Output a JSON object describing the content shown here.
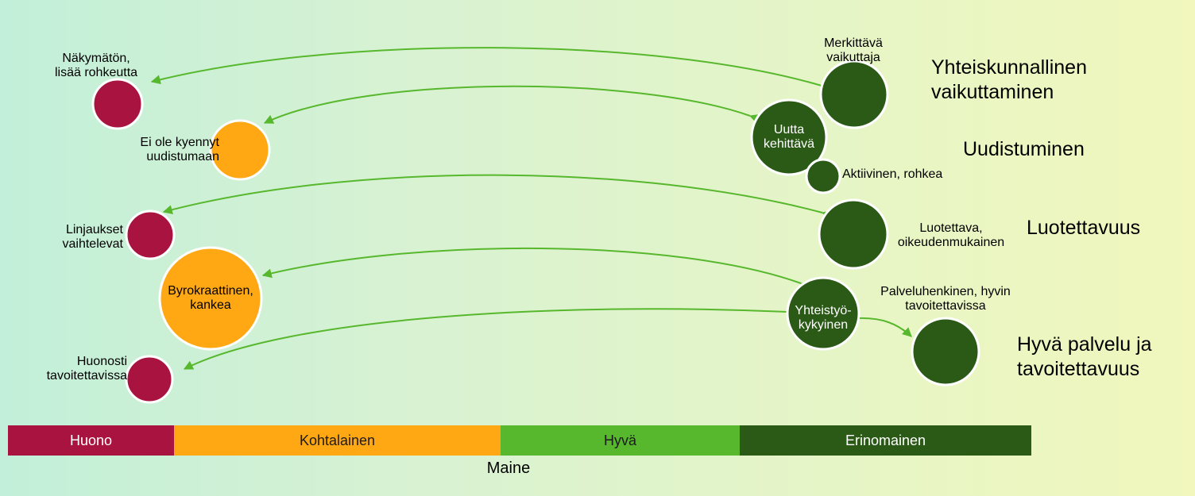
{
  "colors": {
    "huono": "#a8133f",
    "kohtalainen": "#ffa814",
    "hyva": "#57b72d",
    "erinomainen": "#2b5a17",
    "arrow": "#57b72d"
  },
  "categories": [
    {
      "id": "yhteiskunnallinen",
      "text": "Yhteiskunnallinen\nvaikuttaminen"
    },
    {
      "id": "uudistuminen",
      "text": "Uudistuminen"
    },
    {
      "id": "luotettavuus",
      "text": "Luotettavuus"
    },
    {
      "id": "palvelu",
      "text": "Hyvä palvelu ja\ntavoitettavuus"
    }
  ],
  "nodes": [
    {
      "id": "nakymaton",
      "label": "Näkymätön,\nlisää rohkeutta",
      "color": "huono"
    },
    {
      "id": "ei-uudistu",
      "label": "Ei ole kyennyt\nuudistumaan",
      "color": "kohtalainen"
    },
    {
      "id": "linjaukset",
      "label": "Linjaukset\nvaihtelevat",
      "color": "huono"
    },
    {
      "id": "byrokraattinen",
      "label": "Byrokraattinen,\nkankea",
      "color": "kohtalainen"
    },
    {
      "id": "huonosti",
      "label": "Huonosti\ntavoitettavissa",
      "color": "huono"
    },
    {
      "id": "merkittava",
      "label": "Merkittävä\nvaikuttaja",
      "color": "erinomainen"
    },
    {
      "id": "uutta",
      "label": "Uutta\nkehittävä",
      "color": "erinomainen"
    },
    {
      "id": "aktiivinen",
      "label": "Aktiivinen, rohkea",
      "color": "erinomainen"
    },
    {
      "id": "luotettava",
      "label": "Luotettava,\noikeudenmukainen",
      "color": "erinomainen"
    },
    {
      "id": "yhteistyo",
      "label": "Yhteistyö-\nkykyinen",
      "color": "erinomainen"
    },
    {
      "id": "palveluhenkinen",
      "label": "Palveluhenkinen, hyvin\ntavoitettavissa",
      "color": "erinomainen"
    }
  ],
  "scale": {
    "segments": [
      {
        "label": "Huono",
        "color": "huono",
        "text_color": "#ffffff"
      },
      {
        "label": "Kohtalainen",
        "color": "kohtalainen",
        "text_color": "#1a1a1a"
      },
      {
        "label": "Hyvä",
        "color": "hyva",
        "text_color": "#1a1a1a"
      },
      {
        "label": "Erinomainen",
        "color": "erinomainen",
        "text_color": "#ffffff"
      }
    ],
    "axis_title": "Maine"
  }
}
